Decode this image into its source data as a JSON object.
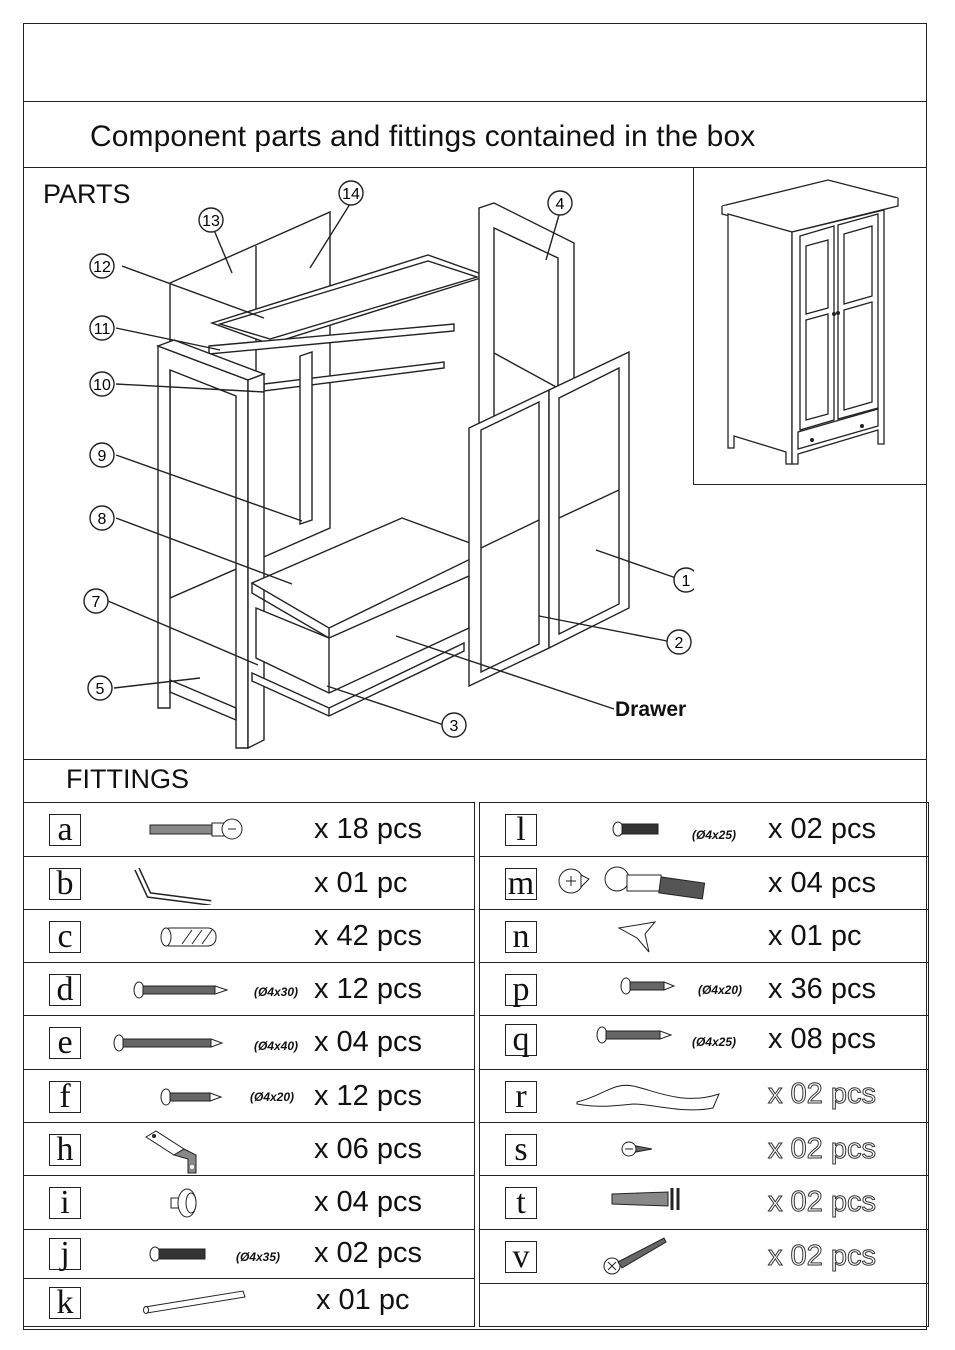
{
  "header": {
    "title": "Component parts and fittings contained in the box"
  },
  "parts": {
    "heading": "PARTS",
    "callouts": [
      "1",
      "2",
      "3",
      "4",
      "5",
      "7",
      "8",
      "9",
      "10",
      "11",
      "12",
      "13",
      "14"
    ],
    "drawer_label": "Drawer"
  },
  "fittings": {
    "heading": "FITTINGS",
    "left": [
      {
        "letter": "a",
        "qty": "x 18 pcs",
        "dim": "",
        "icon": "cam-bolt-icon"
      },
      {
        "letter": "b",
        "qty": "x 01 pc",
        "dim": "",
        "icon": "allen-key-icon"
      },
      {
        "letter": "c",
        "qty": "x 42 pcs",
        "dim": "",
        "icon": "wooden-dowel-icon"
      },
      {
        "letter": "d",
        "qty": "x 12 pcs",
        "dim": "(Ø4x30)",
        "icon": "screw-icon"
      },
      {
        "letter": "e",
        "qty": "x 04 pcs",
        "dim": "(Ø4x40)",
        "icon": "long-screw-icon"
      },
      {
        "letter": "f",
        "qty": "x 12 pcs",
        "dim": "(Ø4x20)",
        "icon": "short-screw-icon"
      },
      {
        "letter": "h",
        "qty": "x 06 pcs",
        "dim": "",
        "icon": "hinge-icon"
      },
      {
        "letter": "i",
        "qty": "x 04 pcs",
        "dim": "",
        "icon": "knob-icon"
      },
      {
        "letter": "j",
        "qty": "x 02 pcs",
        "dim": "(Ø4x35)",
        "icon": "machine-screw-icon"
      },
      {
        "letter": "k",
        "qty": "x 01 pc",
        "dim": "",
        "icon": "hanging-rail-icon"
      }
    ],
    "right": [
      {
        "letter": "l",
        "qty": "x 02 pcs",
        "dim": "(Ø4x25)",
        "icon": "machine-screw-icon",
        "style": "solid"
      },
      {
        "letter": "m",
        "qty": "x 04 pcs",
        "dim": "",
        "icon": "cam-lock-icon",
        "style": "solid"
      },
      {
        "letter": "n",
        "qty": "x 01 pc",
        "dim": "",
        "icon": "door-stopper-icon",
        "style": "solid"
      },
      {
        "letter": "p",
        "qty": "x 36 pcs",
        "dim": "(Ø4x20)",
        "icon": "short-screw-icon",
        "style": "solid"
      },
      {
        "letter": "q",
        "qty": "x 08 pcs",
        "dim": "(Ø4x25)",
        "icon": "screw-icon",
        "style": "solid"
      },
      {
        "letter": "r",
        "qty": "x 02 pcs",
        "dim": "",
        "icon": "anti-tip-strap-icon",
        "style": "outline"
      },
      {
        "letter": "s",
        "qty": "x 02 pcs",
        "dim": "",
        "icon": "small-screw-icon",
        "style": "outline"
      },
      {
        "letter": "t",
        "qty": "x 02 pcs",
        "dim": "",
        "icon": "wall-plug-icon",
        "style": "outline"
      },
      {
        "letter": "v",
        "qty": "x 02 pcs",
        "dim": "",
        "icon": "wall-screw-icon",
        "style": "outline"
      }
    ]
  }
}
